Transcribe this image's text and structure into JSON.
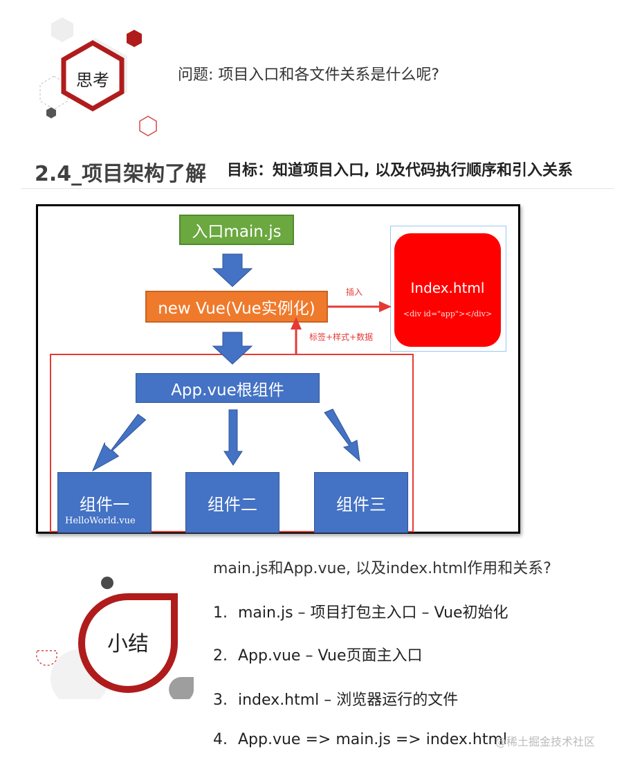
{
  "header": {
    "think_badge": "思考",
    "question": "问题: 项目入口和各文件关系是什么呢?"
  },
  "section": {
    "title": "2.4_项目架构了解",
    "goal": "目标：知道项目入口, 以及代码执行顺序和引入关系"
  },
  "diagram": {
    "entry": "入口main.js",
    "vue_instance": "new Vue(Vue实例化)",
    "index_title": "Index.html",
    "index_code": "<div id=\"app\"></div>",
    "insert_label": "插入",
    "data_label": "标签+样式+数据",
    "app_root": "App.vue根组件",
    "components": [
      {
        "label": "组件一",
        "note": "HelloWorld.vue"
      },
      {
        "label": "组件二"
      },
      {
        "label": "组件三"
      }
    ]
  },
  "summary": {
    "badge": "小结",
    "question": "main.js和App.vue, 以及index.html作用和关系?",
    "items": [
      {
        "num": "1.",
        "text": "main.js – 项目打包主入口 – Vue初始化"
      },
      {
        "num": "2.",
        "text": "App.vue – Vue页面主入口"
      },
      {
        "num": "3.",
        "text": "index.html – 浏览器运行的文件"
      },
      {
        "num": "4.",
        "text": "App.vue => main.js => index.html"
      }
    ]
  },
  "watermark": "@稀土掘金技术社区",
  "colors": {
    "brand_red": "#b01c1c",
    "entry_green": "#6ba840",
    "vue_orange": "#ef7a2c",
    "component_blue": "#4472c4",
    "index_red": "#ff0000",
    "annotation_red": "#e53935"
  }
}
